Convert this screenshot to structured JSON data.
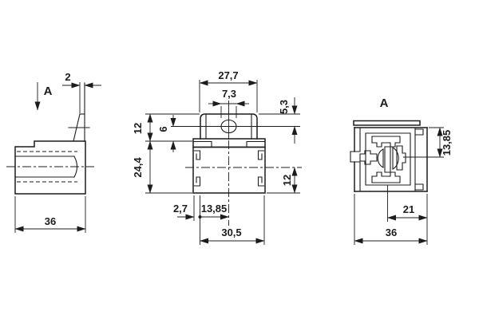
{
  "drawing": {
    "title_hint": "relay holder three-view dimensional drawing",
    "line_color": "#1c1c1c",
    "side": {
      "section_label": "A",
      "fin_thickness": "2",
      "depth": "36"
    },
    "front": {
      "tab_width": "27,7",
      "hole_width": "7,3",
      "hole_from_top": "5,3",
      "tab_height": "12",
      "hole_to_flange": "6",
      "body_height": "24,4",
      "center_to_bottom": "12",
      "edge_offset": "2,7",
      "edge_to_center": "13,85",
      "bottom_width": "30,5"
    },
    "bottom_view": {
      "label": "A",
      "top_to_center": "13,85",
      "center_to_edge": "21",
      "width": "36"
    }
  }
}
